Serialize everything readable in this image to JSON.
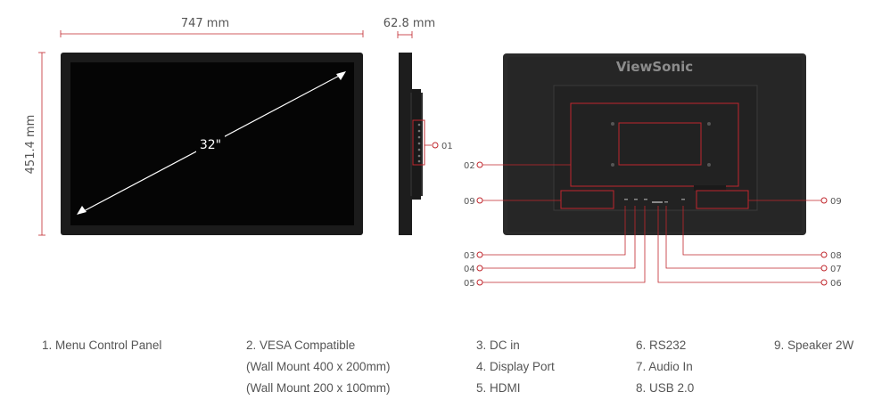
{
  "dimensions": {
    "width": "747 mm",
    "depth": "62.8 mm",
    "height": "451.4 mm",
    "diagonal": "32\""
  },
  "brand": "ViewSonic",
  "callouts": {
    "c01": "01",
    "c02": "02",
    "c03": "03",
    "c04": "04",
    "c05": "05",
    "c06": "06",
    "c07": "07",
    "c08": "08",
    "c09_left": "09",
    "c09_right": "09"
  },
  "legend": {
    "col1": [
      "1. Menu Control Panel"
    ],
    "col2": [
      "2. VESA Compatible",
      "(Wall Mount 400 x 200mm)",
      "(Wall Mount 200 x 100mm)"
    ],
    "col3": [
      "3. DC in",
      "4. Display Port",
      "5. HDMI"
    ],
    "col4": [
      "6. RS232",
      "7. Audio In",
      "8. USB 2.0"
    ],
    "col5": [
      "9. Speaker 2W"
    ]
  },
  "colors": {
    "accent": "#c0272d",
    "bezel": "#1b1b1b",
    "screen": "#050505",
    "back": "#2a2a2a"
  }
}
